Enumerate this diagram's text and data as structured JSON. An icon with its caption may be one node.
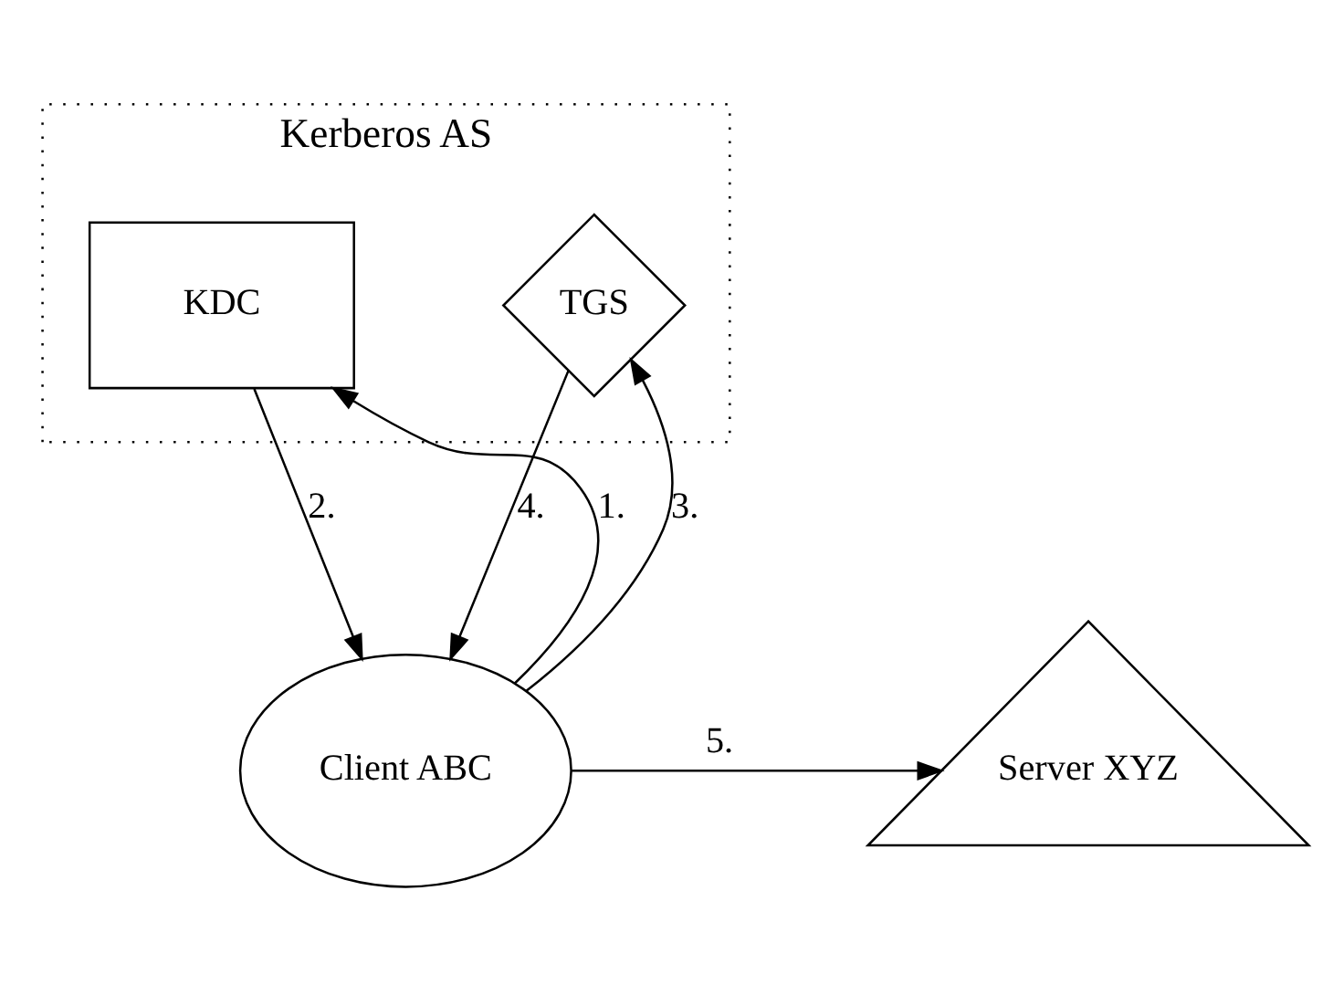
{
  "diagram": {
    "nodes": [
      {
        "text": [
          "Kerberos AS"
        ]
      },
      {
        "text": [
          "KDC"
        ],
        "in": 0
      },
      {
        "text": [
          "TGS"
        ],
        "in": 0
      },
      {
        "text": [
          "Client ABC"
        ]
      },
      {
        "text": [
          "Server XYZ"
        ]
      }
    ],
    "edges": [
      {
        "from": 3,
        "to": 1,
        "arrow": "to",
        "label": "1."
      },
      {
        "from": 1,
        "to": 3,
        "arrow": "to",
        "label": "2."
      },
      {
        "from": 3,
        "to": 2,
        "arrow": "to",
        "label": "3."
      },
      {
        "from": 2,
        "to": 3,
        "arrow": "to",
        "label": "4."
      },
      {
        "from": 3,
        "to": 4,
        "arrow": "to",
        "label": "5."
      }
    ]
  }
}
